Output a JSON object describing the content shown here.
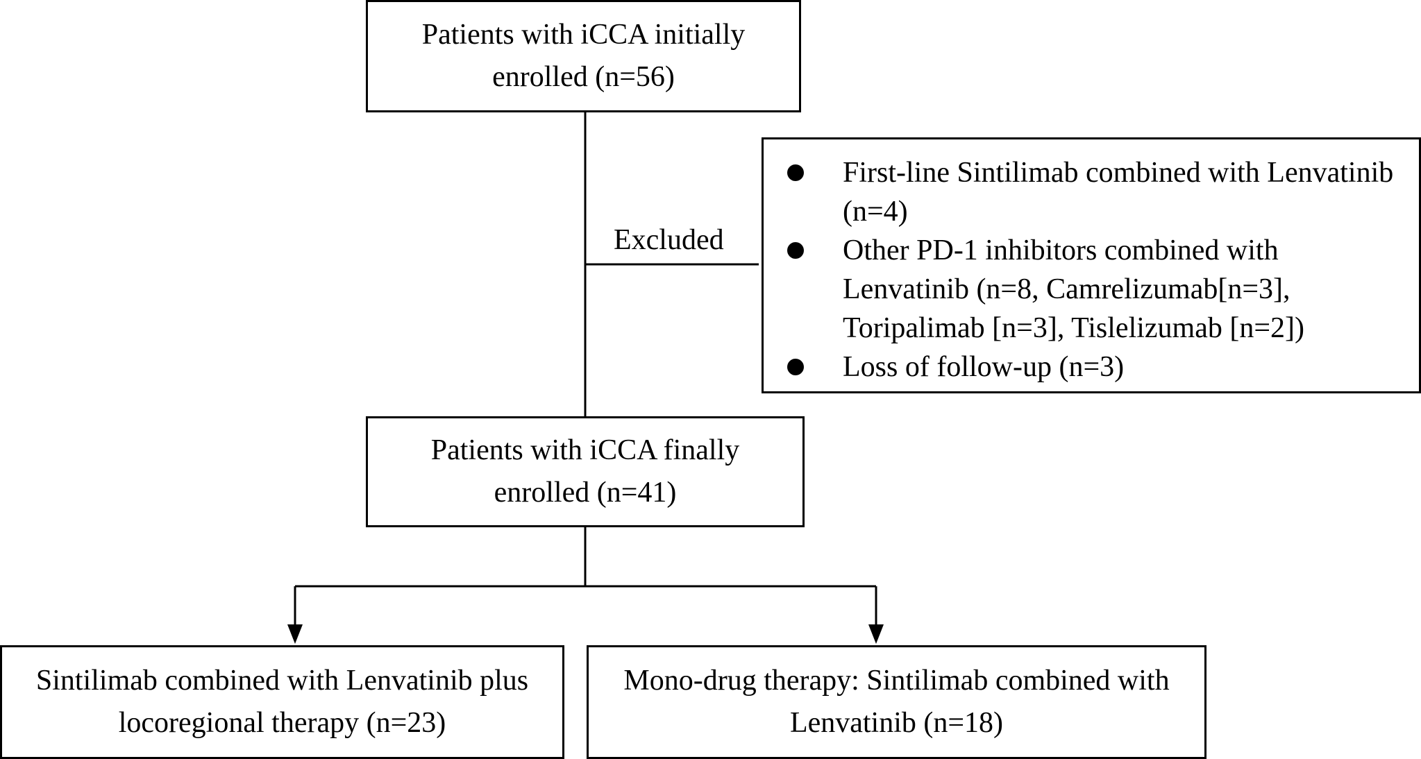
{
  "flowchart": {
    "initial_box": {
      "line1": "Patients with iCCA initially",
      "line2": "enrolled (n=56)"
    },
    "excluded_label": "Excluded",
    "excluded_items": [
      {
        "line1": "First-line Sintilimab combined with Lenvatinib",
        "line2": "(n=4)"
      },
      {
        "line1": "Other PD-1 inhibitors combined with",
        "line2": "Lenvatinib (n=8, Camrelizumab[n=3],",
        "line3": "Toripalimab [n=3], Tislelizumab [n=2])"
      },
      {
        "line1": "Loss of follow-up (n=3)"
      }
    ],
    "final_box": {
      "line1": "Patients with iCCA finally",
      "line2": "enrolled (n=41)"
    },
    "combo_box": {
      "line1": "Sintilimab combined with Lenvatinib plus",
      "line2": "locoregional therapy (n=23)"
    },
    "mono_box": {
      "line1": "Mono-drug therapy: Sintilimab combined with",
      "line2": "Lenvatinib (n=18)"
    }
  }
}
